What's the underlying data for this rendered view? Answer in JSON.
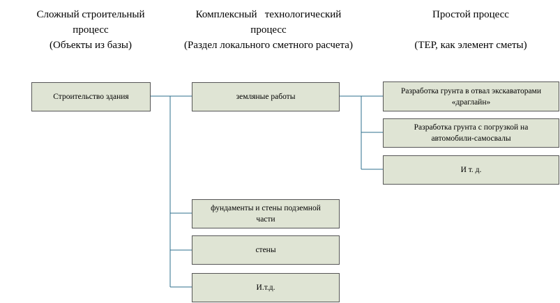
{
  "headers": {
    "col1": {
      "line1": "Сложный строительный",
      "line2": "процесс",
      "line3": "(Объекты из базы)"
    },
    "col2": {
      "line1": "Комплексный   технологический",
      "line2": "процесс",
      "line3": "(Раздел локального сметного расчета)"
    },
    "col3": {
      "line1": "Простой процесс",
      "line3": "(ТЕР, как элемент сметы)"
    }
  },
  "level1": {
    "building": "Строительство здания"
  },
  "level2": {
    "earthworks": "земляные работы",
    "foundations_line1": "фундаменты и стены подземной",
    "foundations_line2": "части",
    "walls": "стены",
    "etc": "И.т.д."
  },
  "level3": {
    "excavation_line1": "Разработка грунта в отвал экскаваторами",
    "excavation_line2": "«драглайн»",
    "loading_line1": "Разработка грунта с погрузкой на",
    "loading_line2": "автомобили-самосвалы",
    "etc": "И т. д."
  },
  "colors": {
    "box_fill": "#dfe4d4",
    "connector": "#2e6f8e"
  }
}
